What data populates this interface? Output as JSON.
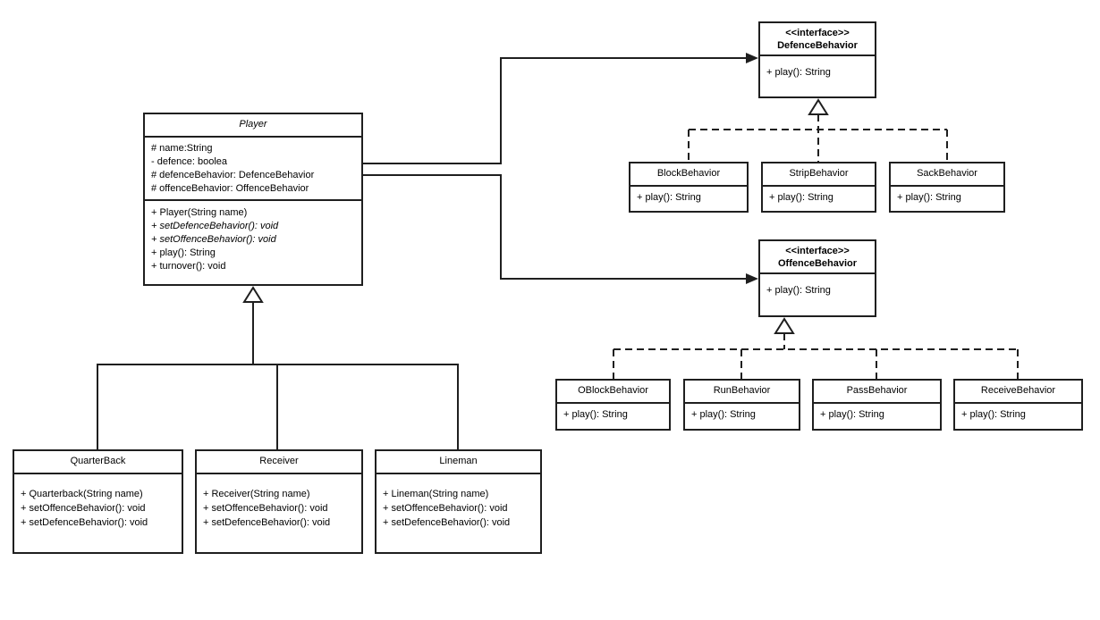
{
  "diagram": {
    "type": "uml-class-diagram",
    "background_color": "#ffffff",
    "stroke_color": "#1f1f1f",
    "text_color": "#000000"
  },
  "classes": {
    "player": {
      "name": "Player",
      "attributes": [
        "# name:String",
        "- defence: boolea",
        "# defenceBehavior: DefenceBehavior",
        "# offenceBehavior: OffenceBehavior"
      ],
      "methods": [
        "+ Player(String name)",
        "+ setDefenceBehavior(): void",
        "+ setOffenceBehavior(): void",
        "+ play(): String",
        "+ turnover(): void"
      ]
    },
    "defence_behavior": {
      "stereotype": "<<interface>>",
      "name": "DefenceBehavior",
      "methods": [
        "+ play(): String"
      ]
    },
    "offence_behavior": {
      "stereotype": "<<interface>>",
      "name": "OffenceBehavior",
      "methods": [
        "+ play(): String"
      ]
    },
    "block_behavior": {
      "name": "BlockBehavior",
      "methods": [
        "+ play(): String"
      ]
    },
    "strip_behavior": {
      "name": "StripBehavior",
      "methods": [
        "+ play(): String"
      ]
    },
    "sack_behavior": {
      "name": "SackBehavior",
      "methods": [
        "+ play(): String"
      ]
    },
    "oblock_behavior": {
      "name": "OBlockBehavior",
      "methods": [
        "+ play(): String"
      ]
    },
    "run_behavior": {
      "name": "RunBehavior",
      "methods": [
        "+ play(): String"
      ]
    },
    "pass_behavior": {
      "name": "PassBehavior",
      "methods": [
        "+ play(): String"
      ]
    },
    "receive_behavior": {
      "name": "ReceiveBehavior",
      "methods": [
        "+ play(): String"
      ]
    },
    "quarterback": {
      "name": "QuarterBack",
      "methods": [
        "+ Quarterback(String name)",
        "+ setOffenceBehavior(): void",
        "+ setDefenceBehavior(): void"
      ]
    },
    "receiver": {
      "name": "Receiver",
      "methods": [
        "+ Receiver(String name)",
        "+ setOffenceBehavior(): void",
        "+ setDefenceBehavior(): void"
      ]
    },
    "lineman": {
      "name": "Lineman",
      "methods": [
        "+ Lineman(String name)",
        "+ setOffenceBehavior(): void",
        "+ setDefenceBehavior(): void"
      ]
    }
  },
  "relationships": [
    {
      "from": "Player",
      "to": "DefenceBehavior",
      "type": "directed-association"
    },
    {
      "from": "Player",
      "to": "OffenceBehavior",
      "type": "directed-association"
    },
    {
      "from": "QuarterBack",
      "to": "Player",
      "type": "generalization"
    },
    {
      "from": "Receiver",
      "to": "Player",
      "type": "generalization"
    },
    {
      "from": "Lineman",
      "to": "Player",
      "type": "generalization"
    },
    {
      "from": "BlockBehavior",
      "to": "DefenceBehavior",
      "type": "realization"
    },
    {
      "from": "StripBehavior",
      "to": "DefenceBehavior",
      "type": "realization"
    },
    {
      "from": "SackBehavior",
      "to": "DefenceBehavior",
      "type": "realization"
    },
    {
      "from": "OBlockBehavior",
      "to": "OffenceBehavior",
      "type": "realization"
    },
    {
      "from": "RunBehavior",
      "to": "OffenceBehavior",
      "type": "realization"
    },
    {
      "from": "PassBehavior",
      "to": "OffenceBehavior",
      "type": "realization"
    },
    {
      "from": "ReceiveBehavior",
      "to": "OffenceBehavior",
      "type": "realization"
    }
  ]
}
